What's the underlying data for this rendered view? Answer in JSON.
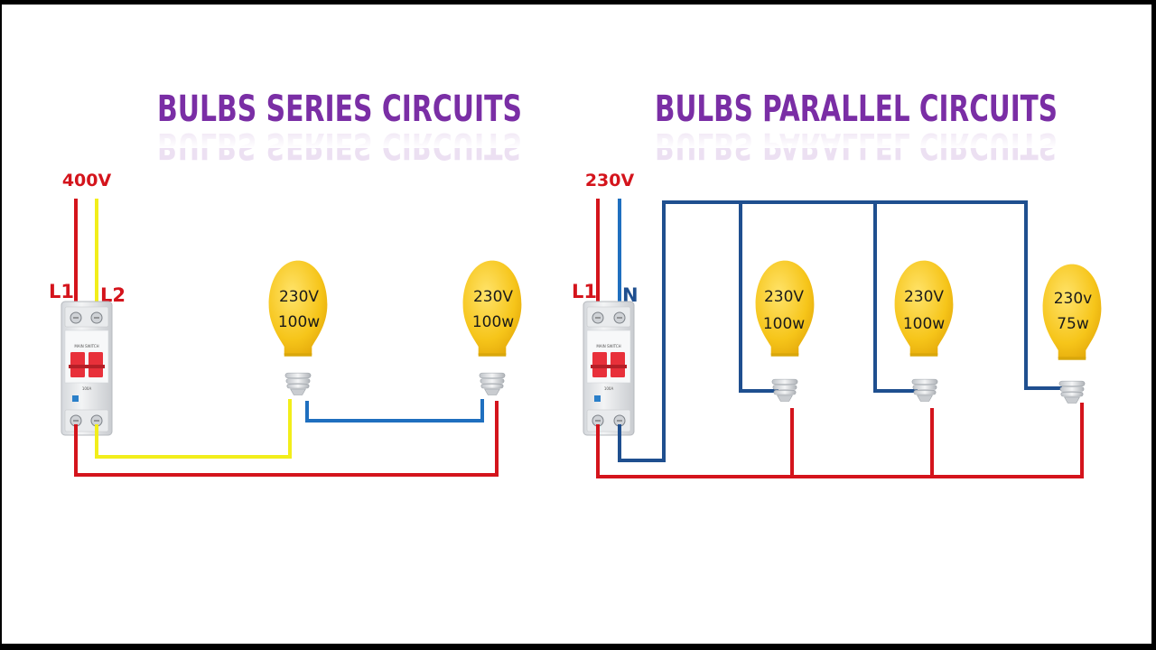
{
  "series": {
    "title": "BULBS SERIES CIRCUITS",
    "voltage": "400V",
    "terminal_left": "L1",
    "terminal_right": "L2",
    "bulbs": [
      {
        "volt": "230V",
        "watt": "100w"
      },
      {
        "volt": "230V",
        "watt": "100w"
      }
    ]
  },
  "parallel": {
    "title": "BULBS PARALLEL CIRCUITS",
    "voltage": "230V",
    "terminal_left": "L1",
    "terminal_right": "N",
    "bulbs": [
      {
        "volt": "230V",
        "watt": "100w"
      },
      {
        "volt": "230V",
        "watt": "100w"
      },
      {
        "volt": "230v",
        "watt": "75w"
      }
    ]
  },
  "breaker": {
    "label": "MAIN SWITCH",
    "rating": "100A"
  },
  "colors": {
    "title": "#7a2ea5",
    "wire_red": "#d4141c",
    "wire_yellow": "#f2ee1a",
    "wire_blue_series": "#1f6fbf",
    "wire_blue_parallel": "#1f4f8f",
    "bulb": "#f6c51a",
    "breaker_toggle": "#e8303a",
    "label_N": "#1f4f8f"
  },
  "icons": {
    "bulb": "light-bulb-icon",
    "breaker": "circuit-breaker-icon"
  }
}
